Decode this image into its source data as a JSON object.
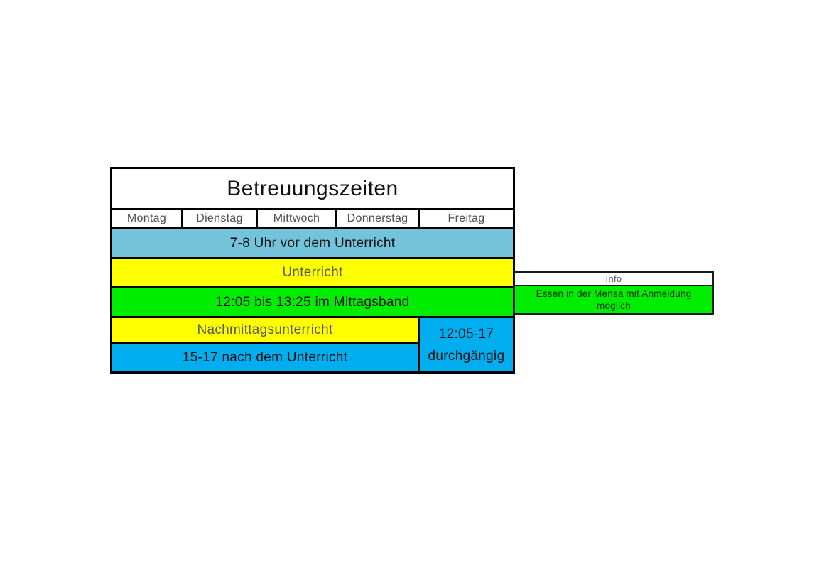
{
  "table": {
    "title": "Betreuungszeiten",
    "days": [
      "Montag",
      "Dienstag",
      "Mittwoch",
      "Donnerstag",
      "Freitag"
    ],
    "rows": {
      "morning": "7-8 Uhr vor dem Unterricht",
      "lessons": "Unterricht",
      "midday": "12:05 bis 13:25 im Mittagsband",
      "afternoon": "Nachmittagsunterricht",
      "after_school": "15-17 nach dem Unterricht",
      "friday_line1": "12:05-17",
      "friday_line2": "durchgängig"
    }
  },
  "info": {
    "header": "Info",
    "body": "Essen in der Mensa mit Anmeldung möglich"
  },
  "colors": {
    "teal": "#73C4DA",
    "yellow": "#FFFF00",
    "green": "#00ED00",
    "blue": "#00AEEF",
    "border": "#000000"
  }
}
